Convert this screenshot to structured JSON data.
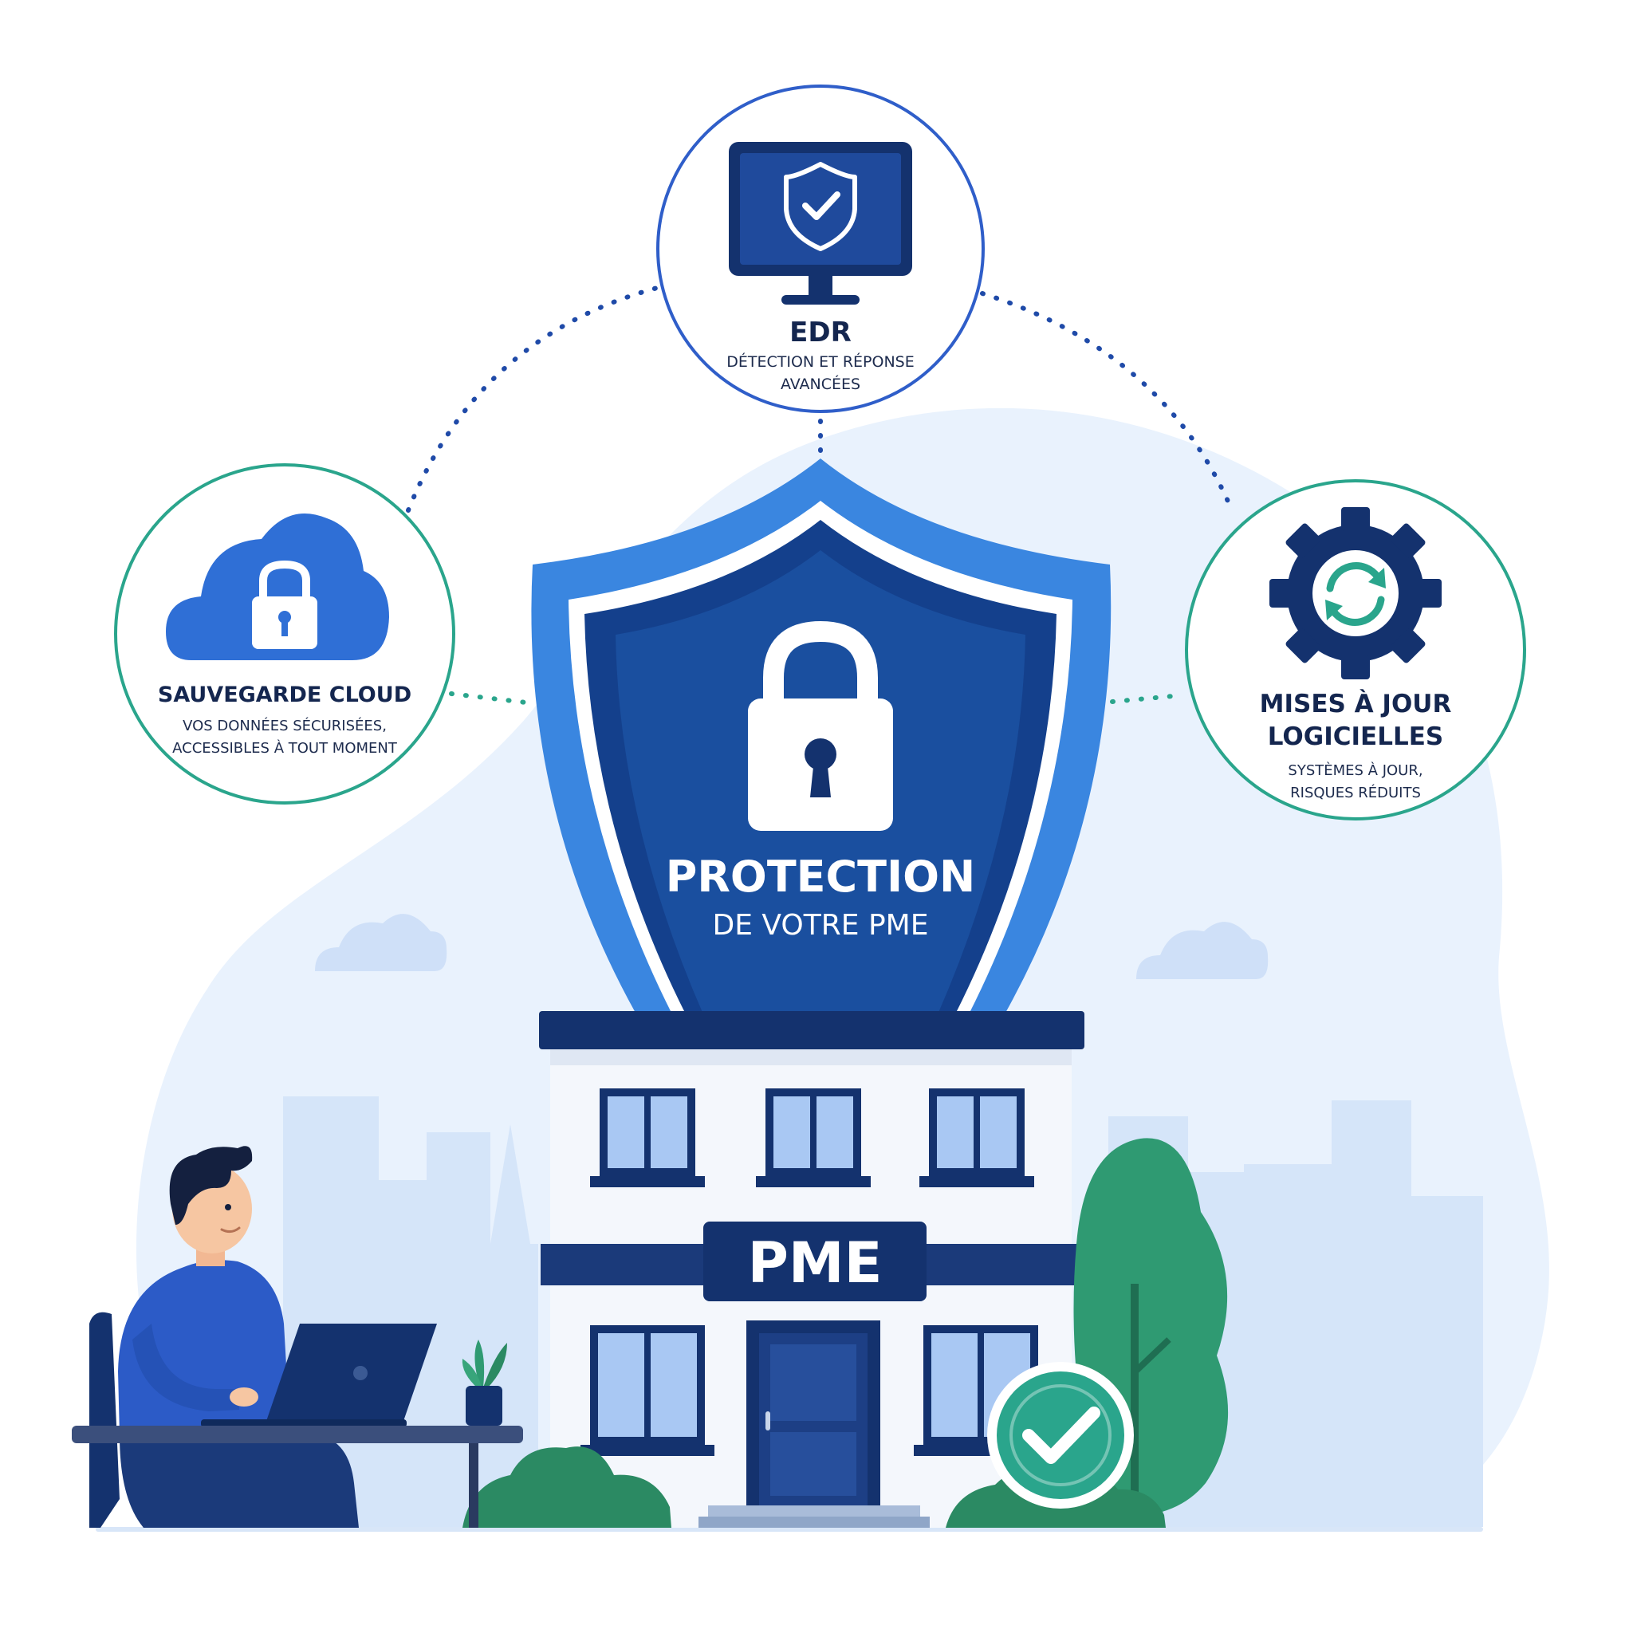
{
  "features": {
    "cloud": {
      "title": "SAUVEGARDE CLOUD",
      "line1": "VOS DONNÉES SÉCURISÉES,",
      "line2": "ACCESSIBLES À TOUT MOMENT"
    },
    "edr": {
      "title": "EDR",
      "line1": "DÉTECTION ET RÉPONSE",
      "line2": "AVANCÉES"
    },
    "updates": {
      "title1": "MISES À JOUR",
      "title2": "LOGICIELLES",
      "line1": "SYSTÈMES À JOUR,",
      "line2": "RISQUES RÉDUITS"
    }
  },
  "shield": {
    "title": "PROTECTION",
    "subtitle": "DE VOTRE PME"
  },
  "building": {
    "sign": "PME"
  },
  "icons": {
    "cloud": "cloud-lock-icon",
    "edr": "monitor-shield-icon",
    "updates": "gear-refresh-icon",
    "shield": "padlock-icon",
    "status": "check-circle-icon"
  },
  "colors": {
    "navy": "#14326e",
    "blue": "#2f6fd6",
    "lightBlue": "#4a90e2",
    "teal": "#2aa58c",
    "green": "#2f9a72",
    "sky": "#e9f2fd"
  }
}
